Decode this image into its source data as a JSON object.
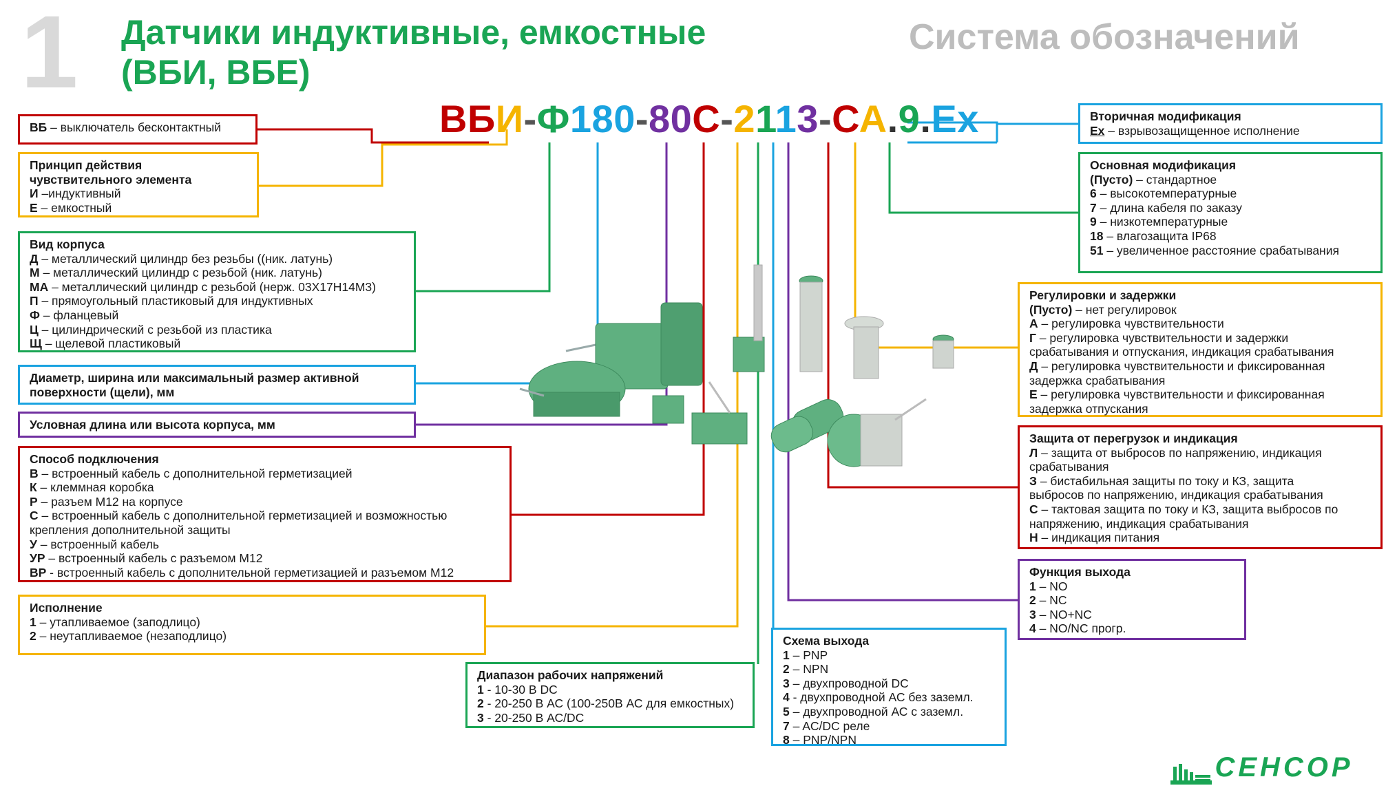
{
  "page_number": "1",
  "title": "Датчики индуктивные, емкостные (ВБИ, ВБЕ)",
  "subtitle": "Система обозначений",
  "code": [
    {
      "text": "ВБ",
      "color": "#c00000"
    },
    {
      "text": "И",
      "color": "#f5b400"
    },
    {
      "text": "-",
      "color": "#555555"
    },
    {
      "text": "Ф",
      "color": "#1aa554"
    },
    {
      "text": "180",
      "color": "#1aa3e0"
    },
    {
      "text": "-",
      "color": "#555555"
    },
    {
      "text": "80",
      "color": "#7030a0"
    },
    {
      "text": "С",
      "color": "#c00000"
    },
    {
      "text": "-",
      "color": "#555555"
    },
    {
      "text": "2",
      "color": "#f5b400"
    },
    {
      "text": "1",
      "color": "#1aa554"
    },
    {
      "text": "1",
      "color": "#1aa3e0"
    },
    {
      "text": "3",
      "color": "#7030a0"
    },
    {
      "text": "-",
      "color": "#555555"
    },
    {
      "text": "С",
      "color": "#c00000"
    },
    {
      "text": "А",
      "color": "#f5b400"
    },
    {
      "text": ".",
      "color": "#333333"
    },
    {
      "text": "9",
      "color": "#1aa554"
    },
    {
      "text": ".",
      "color": "#333333"
    },
    {
      "text": "Ex",
      "color": "#1aa3e0"
    }
  ],
  "boxes": {
    "vb": {
      "lines": [
        {
          "b": "ВБ",
          "t": " – выключатель бесконтактный"
        }
      ]
    },
    "principle": {
      "header": "Принцип действия\nчувствительного элемента",
      "lines": [
        {
          "b": "И",
          "t": " –индуктивный"
        },
        {
          "b": "Е",
          "t": " – емкостный"
        }
      ]
    },
    "housing": {
      "header": "Вид корпуса",
      "lines": [
        {
          "b": "Д",
          "t": " – металлический цилиндр без резьбы ((ник. латунь)"
        },
        {
          "b": "М",
          "t": " – металлический цилиндр с резьбой (ник. латунь)"
        },
        {
          "b": "МА",
          "t": " – металлический цилиндр с резьбой (нерж. 03Х17Н14М3)"
        },
        {
          "b": "П",
          "t": " – прямоугольный пластиковый для индуктивных"
        },
        {
          "b": "Ф",
          "t": " – фланцевый"
        },
        {
          "b": "Ц",
          "t": " – цилиндрический с резьбой из пластика"
        },
        {
          "b": "Щ",
          "t": " – щелевой пластиковый"
        }
      ]
    },
    "diameter": {
      "header": "Диаметр, ширина или максимальный размер активной\nповерхности (щели), мм"
    },
    "length": {
      "header": "Условная длина или высота корпуса, мм"
    },
    "connection": {
      "header": "Способ подключения",
      "lines": [
        {
          "b": "В",
          "t": " – встроенный кабель с дополнительной герметизацией"
        },
        {
          "b": "К",
          "t": " – клеммная коробка"
        },
        {
          "b": "Р",
          "t": " – разъем М12 на корпусе"
        },
        {
          "b": "С",
          "t": " – встроенный кабель с дополнительной герметизацией и возможностью\nкрепления дополнительной защиты"
        },
        {
          "b": "У",
          "t": " – встроенный кабель"
        },
        {
          "b": "УР",
          "t": " – встроенный кабель с разъемом М12"
        },
        {
          "b": "ВР",
          "t": " - встроенный кабель с дополнительной герметизацией и разъемом М12"
        }
      ]
    },
    "execution": {
      "header": "Исполнение",
      "lines": [
        {
          "b": "1",
          "t": " – утапливаемое (заподлицо)"
        },
        {
          "b": "2",
          "t": " – неутапливаемое (незаподлицо)"
        }
      ]
    },
    "voltage": {
      "header": "Диапазон рабочих напряжений",
      "lines": [
        {
          "b": "1",
          "t": " - 10-30 В DC"
        },
        {
          "b": "2",
          "t": " - 20-250 В АС (100-250В АС для емкостных)"
        },
        {
          "b": "3",
          "t": " - 20-250 В АС/DC"
        }
      ]
    },
    "output_scheme": {
      "header": "Схема выхода",
      "lines": [
        {
          "b": "1",
          "t": " – PNP"
        },
        {
          "b": "2",
          "t": " – NPN"
        },
        {
          "b": "3",
          "t": " – двухпроводной DC"
        },
        {
          "b": "4",
          "t": " - двухпроводной АС без заземл."
        },
        {
          "b": "5",
          "t": " – двухпроводной АС с заземл."
        },
        {
          "b": "7",
          "t": " – AC/DC реле"
        },
        {
          "b": "8",
          "t": " – PNP/NPN"
        }
      ]
    },
    "output_function": {
      "header": "Функция выхода",
      "lines": [
        {
          "b": "1",
          "t": " – NO"
        },
        {
          "b": "2",
          "t": " – NC"
        },
        {
          "b": "3",
          "t": " – NO+NC"
        },
        {
          "b": "4",
          "t": " – NO/NC прогр."
        }
      ]
    },
    "protection": {
      "header": "Защита от перегрузок и индикация",
      "lines": [
        {
          "b": "Л",
          "t": " – защита от выбросов по напряжению, индикация\nсрабатывания"
        },
        {
          "b": "З",
          "t": " – бистабильная защиты по току и КЗ, защита\nвыбросов по напряжению, индикация срабатывания"
        },
        {
          "b": "С",
          "t": " – тактовая защита по току и КЗ, защита выбросов по\nнапряжению, индикация срабатывания"
        },
        {
          "b": "Н",
          "t": " – индикация питания"
        }
      ]
    },
    "adjust": {
      "header": "Регулировки и задержки",
      "lines": [
        {
          "b": "(Пусто)",
          "t": " – нет регулировок"
        },
        {
          "b": "А",
          "t": " – регулировка чувствительности"
        },
        {
          "b": "Г",
          "t": " – регулировка чувствительности и задержки\nсрабатывания и отпускания, индикация срабатывания"
        },
        {
          "b": "Д",
          "t": " – регулировка чувствительности и фиксированная\nзадержка срабатывания"
        },
        {
          "b": "Е",
          "t": " – регулировка чувствительности и фиксированная\nзадержка отпускания"
        }
      ]
    },
    "main_mod": {
      "header": "Основная модификация",
      "lines": [
        {
          "b": "(Пусто)",
          "t": " – стандартное"
        },
        {
          "b": "6",
          "t": " – высокотемпературные"
        },
        {
          "b": "7",
          "t": " – длина кабеля по заказу"
        },
        {
          "b": "9",
          "t": " – низкотемпературные"
        },
        {
          "b": "18",
          "t": " – влагозащита IP68"
        },
        {
          "b": "51",
          "t": " – увеличенное расстояние срабатывания"
        }
      ]
    },
    "secondary_mod": {
      "header": "Вторичная модификация",
      "lines": [
        {
          "b": "Ex",
          "t": " – взрывозащищенное исполнение"
        }
      ]
    }
  },
  "logo": "СЕНСОР",
  "colors": {
    "red": "#c00000",
    "yellow": "#f5b400",
    "green": "#1aa554",
    "blue": "#1aa3e0",
    "purple": "#7030a0",
    "product": "#5fb080"
  }
}
